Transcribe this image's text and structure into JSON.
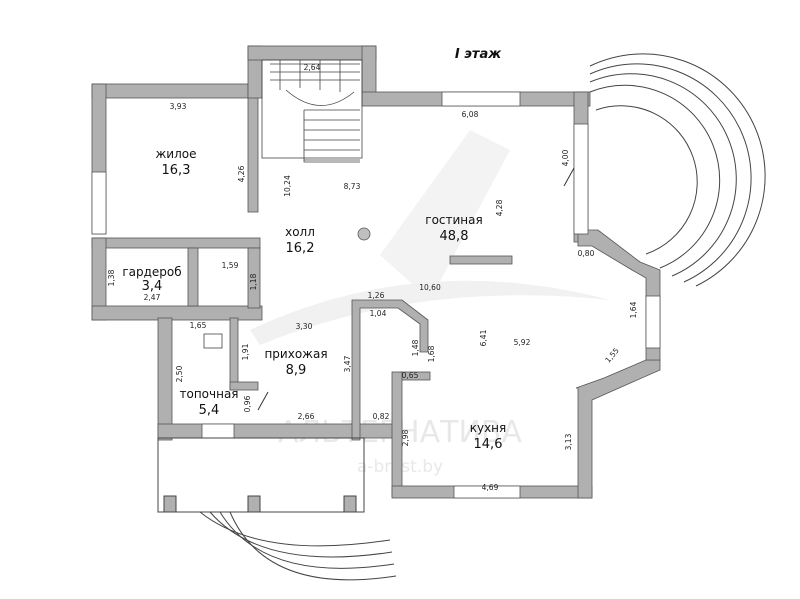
{
  "title": "I этаж",
  "watermark": {
    "brand": "АЛЬТЕРНАТИВА",
    "site": "a-brest.by"
  },
  "rooms": [
    {
      "id": "zhiloe",
      "name": "жилое",
      "area": "16,3"
    },
    {
      "id": "holl",
      "name": "холл",
      "area": "16,2"
    },
    {
      "id": "gostinaya",
      "name": "гостиная",
      "area": "48,8"
    },
    {
      "id": "garderob",
      "name": "гардероб",
      "area": "3,4"
    },
    {
      "id": "prihozhaya",
      "name": "прихожая",
      "area": "8,9"
    },
    {
      "id": "topochnaya",
      "name": "топочная",
      "area": "5,4"
    },
    {
      "id": "kuhnya",
      "name": "кухня",
      "area": "14,6"
    }
  ],
  "dimensions": [
    "2,64",
    "3,93",
    "6,08",
    "4,26",
    "10,24",
    "8,73",
    "4,28",
    "4,00",
    "0,80",
    "1,64",
    "1,55",
    "1,59",
    "1,18",
    "1,38",
    "2,47",
    "1,26",
    "1,04",
    "10,60",
    "1,65",
    "3,30",
    "1,91",
    "3,47",
    "1,48",
    "1,68",
    "6,41",
    "5,92",
    "2,50",
    "0,65",
    "0,96",
    "2,66",
    "0,82",
    "2,98",
    "3,13",
    "4,69"
  ]
}
